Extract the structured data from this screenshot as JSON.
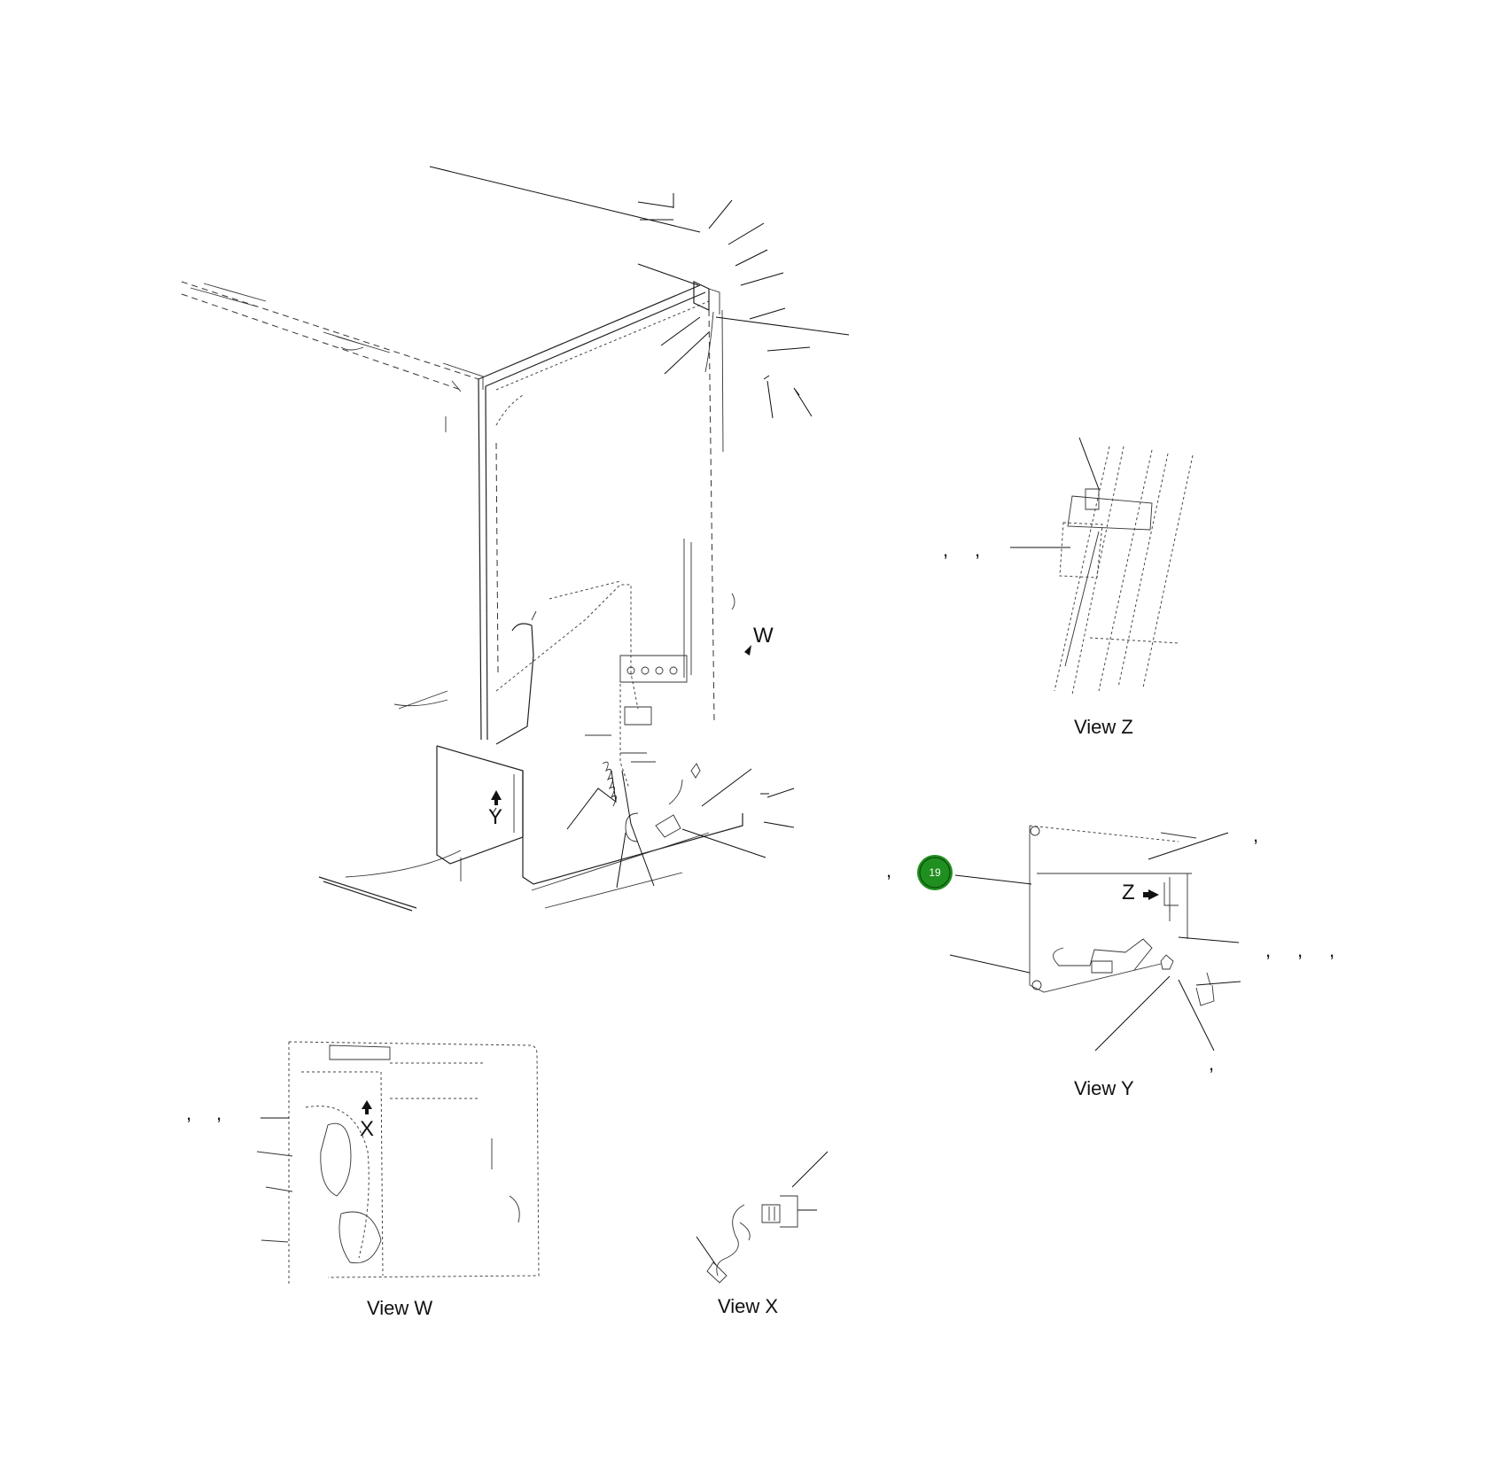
{
  "views": {
    "z": "View Z",
    "y": "View Y",
    "w": "View W",
    "x": "View X"
  },
  "markers": {
    "w": "W",
    "y": "Y",
    "x": "X",
    "z": "Z"
  },
  "callout": {
    "number": "19",
    "color": "#1f8f1f"
  },
  "separator": ","
}
